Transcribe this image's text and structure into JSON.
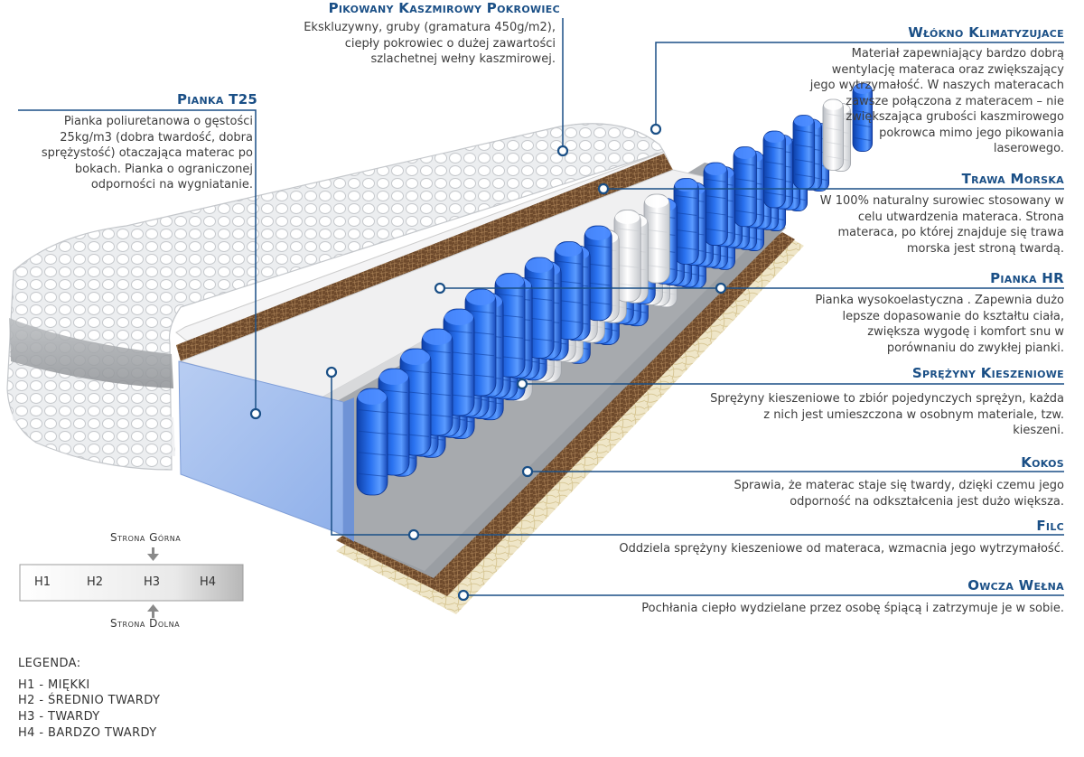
{
  "components": [
    {
      "id": "pokrowiec",
      "title": "Pikowany Kaszmirowy Pokrowiec",
      "lines": [
        "Ekskluzywny, gruby (gramatura 450g/m2),",
        "ciepły pokrowiec o dużej zawartości",
        "szlachetnej wełny kaszmirowej."
      ]
    },
    {
      "id": "pianka-t25",
      "title": "Pianka T25",
      "lines": [
        "Pianka poliuretanowa o gęstości",
        "25kg/m3 (dobra twardość, dobra",
        "sprężystość) otaczająca materac po",
        "bokach. Pianka o ograniczonej",
        "odporności na wygniatanie."
      ]
    },
    {
      "id": "wlokno",
      "title": "Włókno Klimatyzujace",
      "lines": [
        "Materiał zapewniający bardzo dobrą",
        "wentylację materaca oraz zwiększający",
        "jego wytrzymałość. W naszych materacach",
        "zawsze połączona z materacem – nie",
        "zwiększająca grubości kaszmirowego",
        "pokrowca mimo jego pikowania",
        "laserowego."
      ]
    },
    {
      "id": "trawa",
      "title": "Trawa Morska",
      "lines": [
        "W 100% naturalny surowiec stosowany w",
        "celu utwardzenia materaca. Strona",
        "materaca, po której znajduje się trawa",
        "morska jest stroną twardą."
      ]
    },
    {
      "id": "pianka-hr",
      "title": "Pianka HR",
      "lines": [
        "Pianka wysokoelastyczna . Zapewnia dużo",
        "lepsze dopasowanie do kształtu ciała,",
        "zwiększa wygodę i komfort snu w",
        "porównaniu do zwykłej pianki."
      ]
    },
    {
      "id": "sprezyny",
      "title": "Sprężyny Kieszeniowe",
      "lines": [
        "Sprężyny kieszeniowe to zbiór pojedynczych sprężyn, każda",
        "z nich jest umieszczona w osobnym materiale, tzw.",
        "kieszeni."
      ]
    },
    {
      "id": "kokos",
      "title": "Kokos",
      "lines": [
        "Sprawia, że materac staje się twardy, dzięki czemu jego",
        "odporność na odkształcenia jest dużo większa."
      ]
    },
    {
      "id": "filc",
      "title": "Filc",
      "lines": [
        "Oddziela sprężyny kieszeniowe od materaca, wzmacnia jego wytrzymałość."
      ]
    },
    {
      "id": "welna",
      "title": "Owcza Wełna",
      "lines": [
        "Pochłania ciepło wydzielane przez osobę śpiącą i zatrzymuje je w sobie."
      ]
    }
  ],
  "firmness": {
    "top_label": "Strona Górna",
    "bottom_label": "Strona Dolna",
    "levels": [
      "H1",
      "H2",
      "H3",
      "H4"
    ]
  },
  "legend": {
    "heading": "LEGENDA:",
    "items": [
      "H1 - MIĘKKI",
      "H2 - ŚREDNIO TWARDY",
      "H3 - TWARDY",
      "H4 - BARDZO TWARDY"
    ]
  },
  "colors": {
    "accent": "#1a4f86",
    "spring_blue": "#1f5fd8",
    "spring_white": "#e9eaec",
    "coir": "#6e4a2c",
    "wool": "#e8dcb8"
  }
}
